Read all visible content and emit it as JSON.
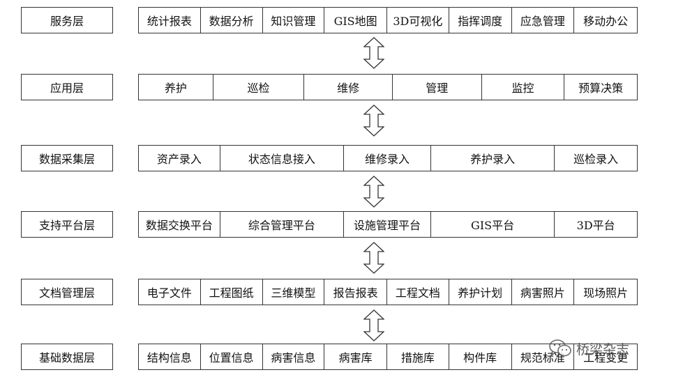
{
  "layers": [
    {
      "label": "服务层",
      "cells": [
        "统计报表",
        "数据分析",
        "知识管理",
        "GIS地图",
        "3D可视化",
        "指挥调度",
        "应急管理",
        "移动办公"
      ]
    },
    {
      "label": "应用层",
      "cells": [
        "养护",
        "巡检",
        "维修",
        "管理",
        "监控",
        "预算决策"
      ]
    },
    {
      "label": "数据采集层",
      "cells": [
        "资产录入",
        "状态信息接入",
        "维修录入",
        "养护录入",
        "巡检录入"
      ]
    },
    {
      "label": "支持平台层",
      "cells": [
        "数据交换平台",
        "综合管理平台",
        "设施管理平台",
        "GIS平台",
        "3D平台"
      ]
    },
    {
      "label": "文档管理层",
      "cells": [
        "电子文件",
        "工程图纸",
        "三维模型",
        "报告报表",
        "工程文档",
        "养护计划",
        "病害照片",
        "现场照片"
      ]
    },
    {
      "label": "基础数据层",
      "cells": [
        "结构信息",
        "位置信息",
        "病害信息",
        "病害库",
        "措施库",
        "构件库",
        "规范标准",
        "工程变更"
      ]
    }
  ],
  "watermark": {
    "text": "桥梁杂志",
    "icon": "wechat-icon"
  },
  "colors": {
    "border": "#333333",
    "background": "#ffffff",
    "text": "#111111"
  }
}
